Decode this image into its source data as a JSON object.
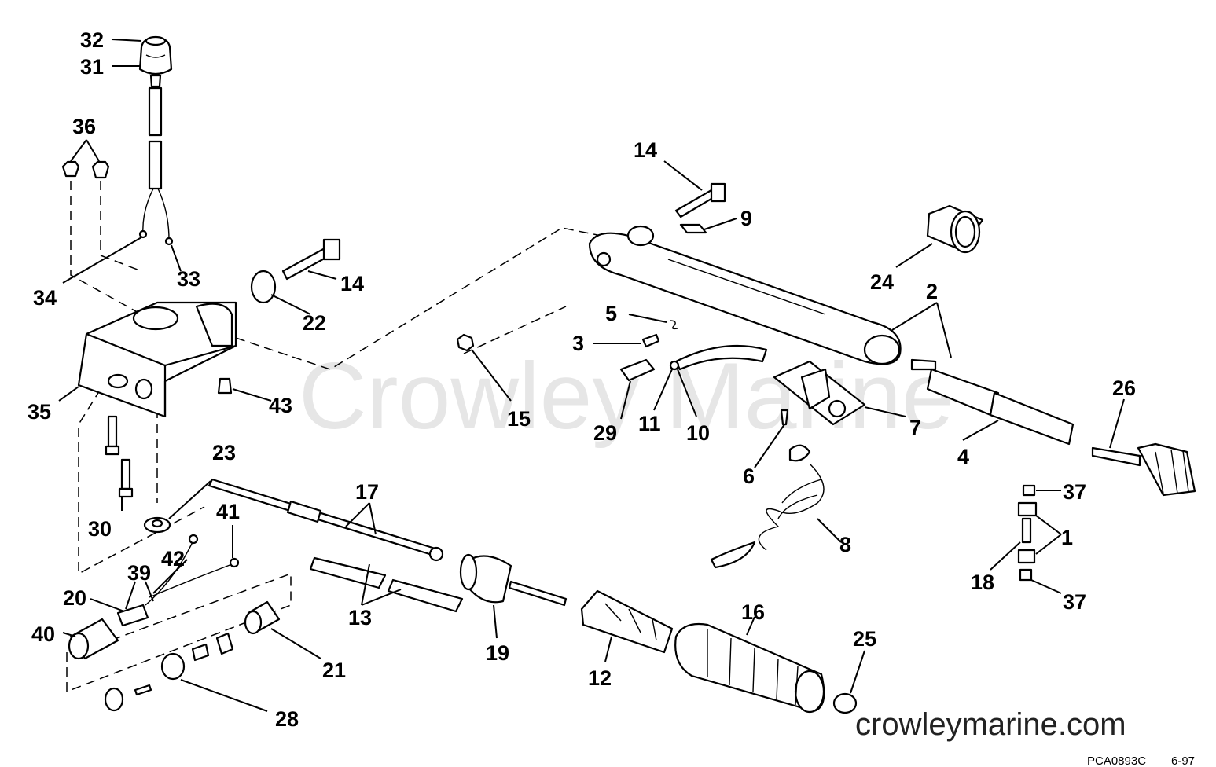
{
  "diagram": {
    "watermark": "Crowley Marine",
    "site_label": "crowleymarine.com",
    "drawing_code": "PCA0893C",
    "drawing_date": "6-97",
    "callouts": [
      {
        "id": "c32",
        "label": "32"
      },
      {
        "id": "c31",
        "label": "31"
      },
      {
        "id": "c36",
        "label": "36"
      },
      {
        "id": "c34",
        "label": "34"
      },
      {
        "id": "c33",
        "label": "33"
      },
      {
        "id": "c14a",
        "label": "14"
      },
      {
        "id": "c22",
        "label": "22"
      },
      {
        "id": "c35",
        "label": "35"
      },
      {
        "id": "c43",
        "label": "43"
      },
      {
        "id": "c30",
        "label": "30"
      },
      {
        "id": "c23",
        "label": "23"
      },
      {
        "id": "c41",
        "label": "41"
      },
      {
        "id": "c42",
        "label": "42"
      },
      {
        "id": "c39",
        "label": "39"
      },
      {
        "id": "c20",
        "label": "20"
      },
      {
        "id": "c40",
        "label": "40"
      },
      {
        "id": "c21",
        "label": "21"
      },
      {
        "id": "c28",
        "label": "28"
      },
      {
        "id": "c17",
        "label": "17"
      },
      {
        "id": "c13",
        "label": "13"
      },
      {
        "id": "c19",
        "label": "19"
      },
      {
        "id": "c12",
        "label": "12"
      },
      {
        "id": "c16",
        "label": "16"
      },
      {
        "id": "c25",
        "label": "25"
      },
      {
        "id": "c14b",
        "label": "14"
      },
      {
        "id": "c9",
        "label": "9"
      },
      {
        "id": "c5",
        "label": "5"
      },
      {
        "id": "c3",
        "label": "3"
      },
      {
        "id": "c15",
        "label": "15"
      },
      {
        "id": "c29",
        "label": "29"
      },
      {
        "id": "c11",
        "label": "11"
      },
      {
        "id": "c10",
        "label": "10"
      },
      {
        "id": "c24",
        "label": "24"
      },
      {
        "id": "c2",
        "label": "2"
      },
      {
        "id": "c7",
        "label": "7"
      },
      {
        "id": "c6",
        "label": "6"
      },
      {
        "id": "c8",
        "label": "8"
      },
      {
        "id": "c4",
        "label": "4"
      },
      {
        "id": "c26",
        "label": "26"
      },
      {
        "id": "c37a",
        "label": "37"
      },
      {
        "id": "c1",
        "label": "1"
      },
      {
        "id": "c18",
        "label": "18"
      },
      {
        "id": "c37b",
        "label": "37"
      }
    ]
  }
}
